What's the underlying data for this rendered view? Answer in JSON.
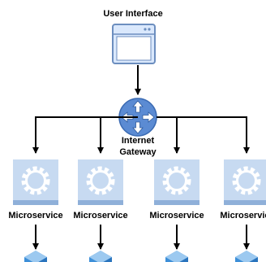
{
  "diagram": {
    "ui_node": {
      "label": "User Interface"
    },
    "gateway_node": {
      "label_line1": "Internet",
      "label_line2": "Gateway"
    },
    "microservices": [
      {
        "label": "Microservice"
      },
      {
        "label": "Microservice"
      },
      {
        "label": "Microservice"
      },
      {
        "label": "Microservice"
      }
    ]
  },
  "colors": {
    "window_fill": "#dae8fc",
    "window_stroke": "#6c8ebf",
    "gateway_fill": "#5b8bd3",
    "gear_fill": "#c7daf1",
    "gear_bar": "#8fb0d9",
    "line": "#000000"
  }
}
